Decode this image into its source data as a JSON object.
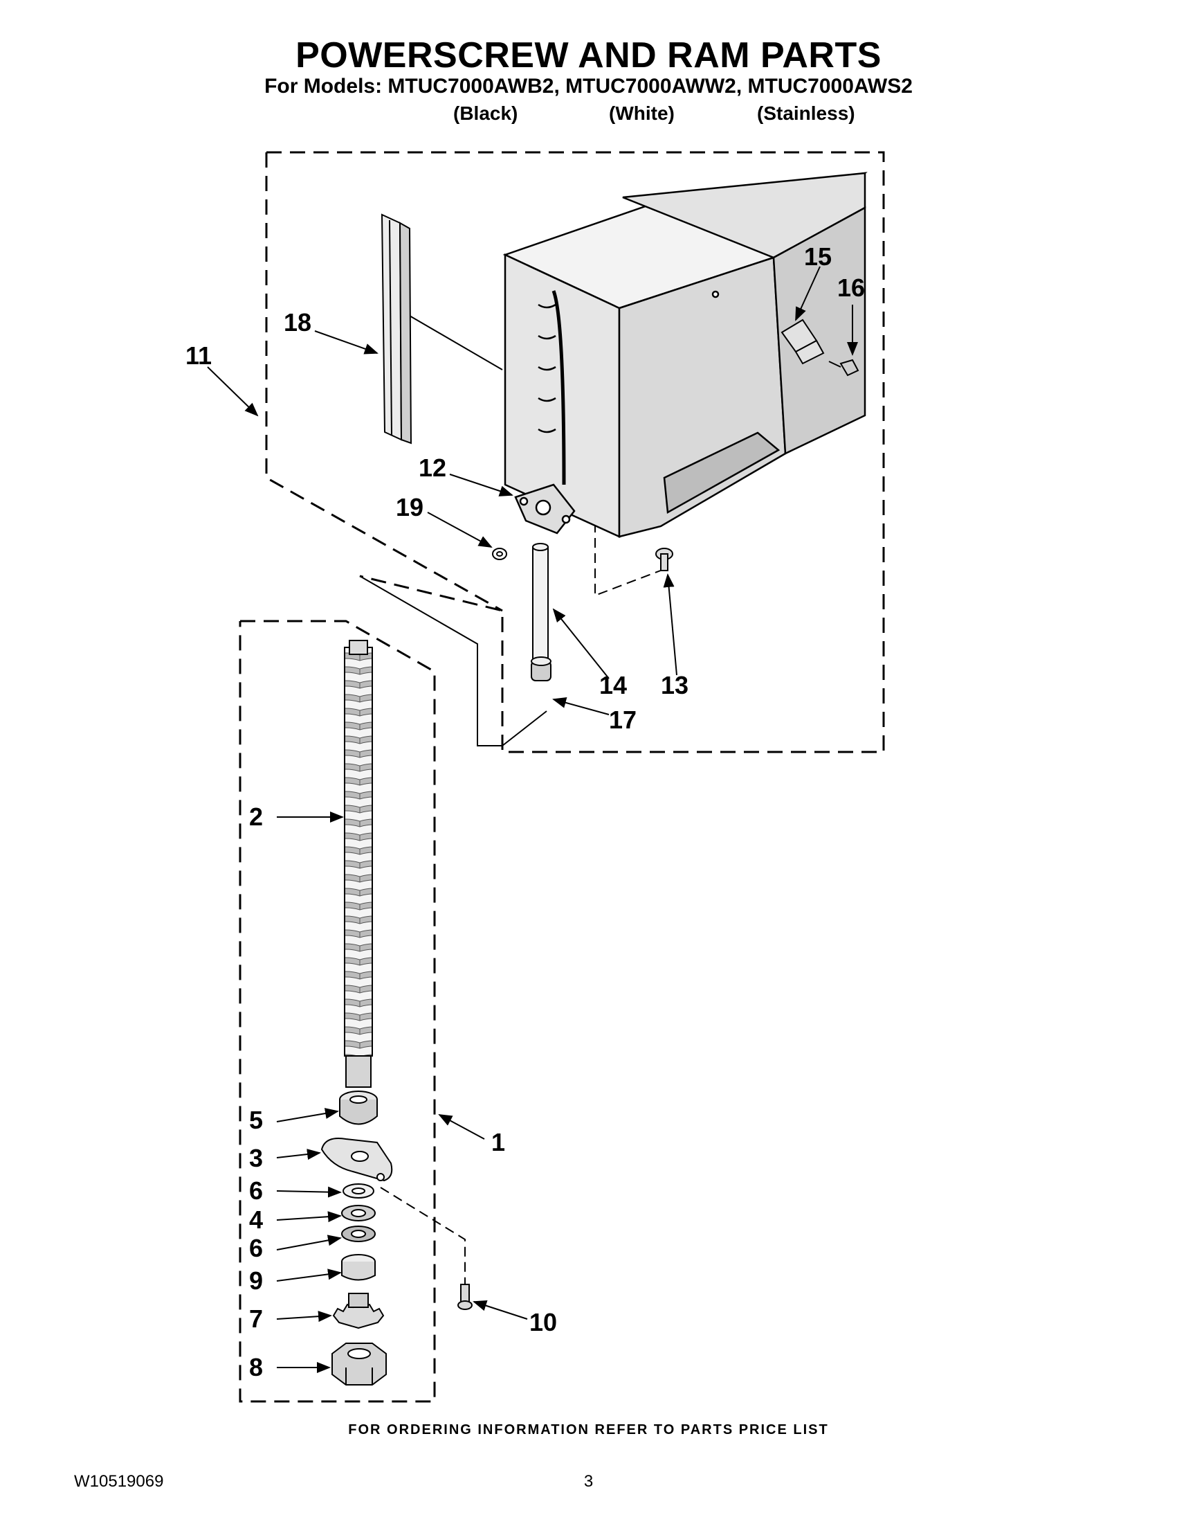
{
  "title": "POWERSCREW AND RAM PARTS",
  "subtitle": "For Models: MTUC7000AWB2, MTUC7000AWW2, MTUC7000AWS2",
  "variants": [
    "(Black)",
    "(White)",
    "(Stainless)"
  ],
  "callouts": {
    "c1": "1",
    "c2": "2",
    "c3": "3",
    "c4": "4",
    "c5": "5",
    "c6a": "6",
    "c6b": "6",
    "c7": "7",
    "c8": "8",
    "c9": "9",
    "c10": "10",
    "c11": "11",
    "c12": "12",
    "c13": "13",
    "c14": "14",
    "c15": "15",
    "c16": "16",
    "c17": "17",
    "c18": "18",
    "c19": "19"
  },
  "footer": {
    "ordering_note": "FOR ORDERING INFORMATION REFER TO PARTS PRICE LIST",
    "doc_number": "W10519069",
    "page_number": "3"
  }
}
